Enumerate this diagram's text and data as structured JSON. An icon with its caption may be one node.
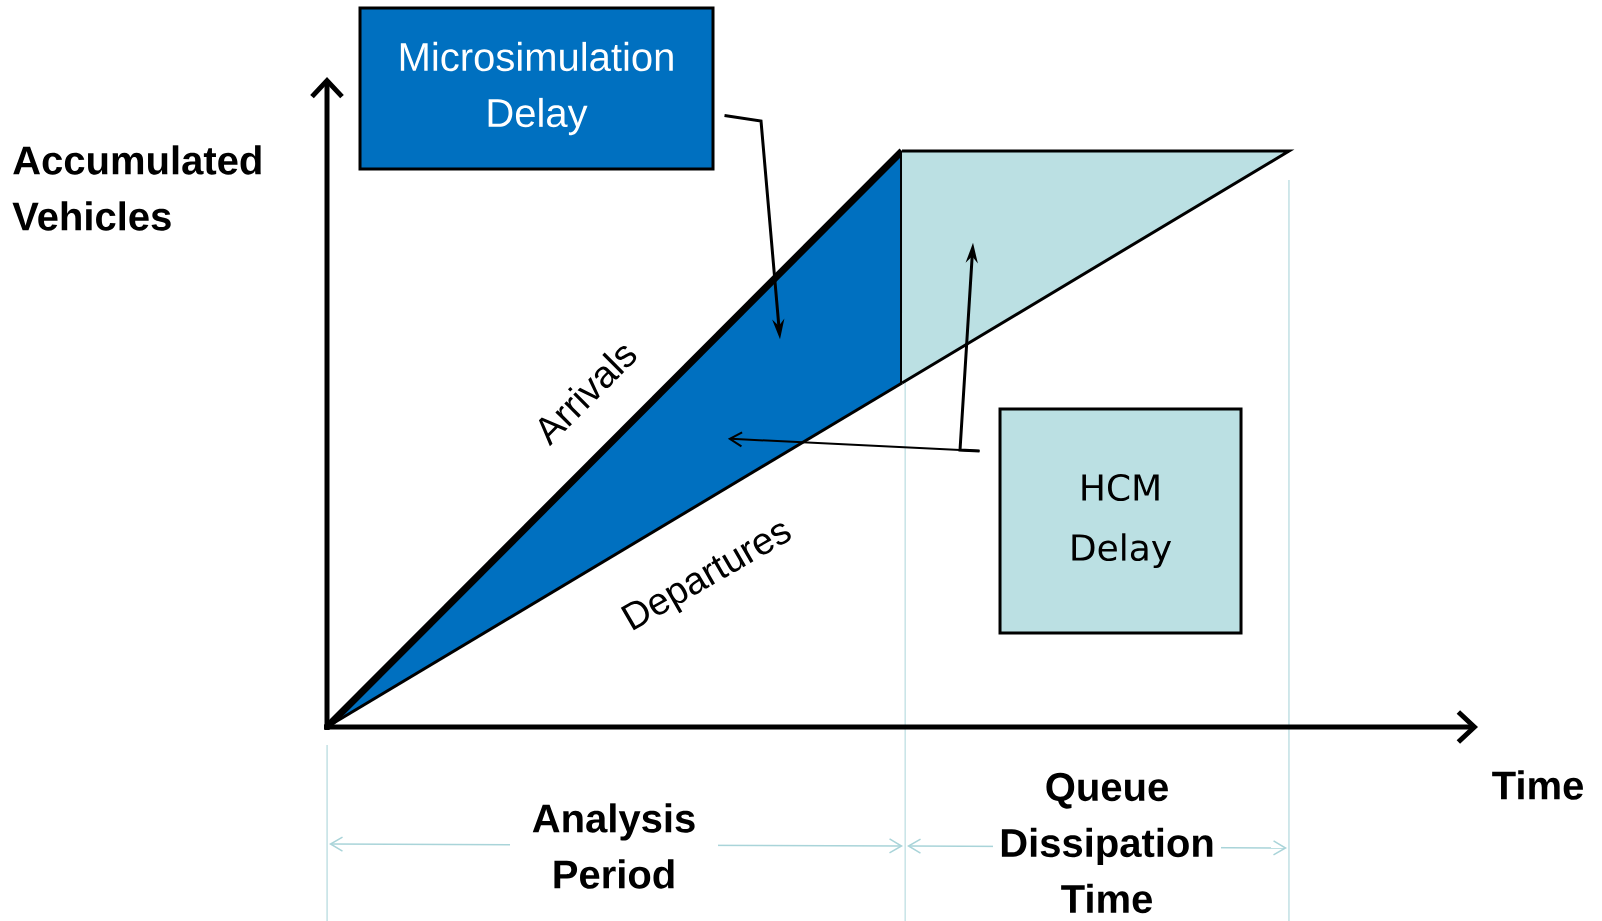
{
  "diagram": {
    "nodes": [
      {
        "text": [
          "Microsimulation Delay"
        ]
      },
      {
        "text": [],
        "shape": "polygon"
      },
      {
        "text": [],
        "shape": "polygon"
      },
      {
        "text": [
          "HCM Delay"
        ]
      }
    ],
    "edges": [
      {
        "from": 0,
        "to": 1,
        "arrow": "to"
      },
      {
        "from": 3,
        "to": 2,
        "arrow": "to"
      },
      {
        "from": 3,
        "to": 1,
        "arrow": "to"
      }
    ],
    "labels": [
      "Accumulated Vehicles",
      "Arrivals",
      "Departures",
      "Time",
      "Analysis Period",
      "Queue Dissipation Time"
    ]
  }
}
